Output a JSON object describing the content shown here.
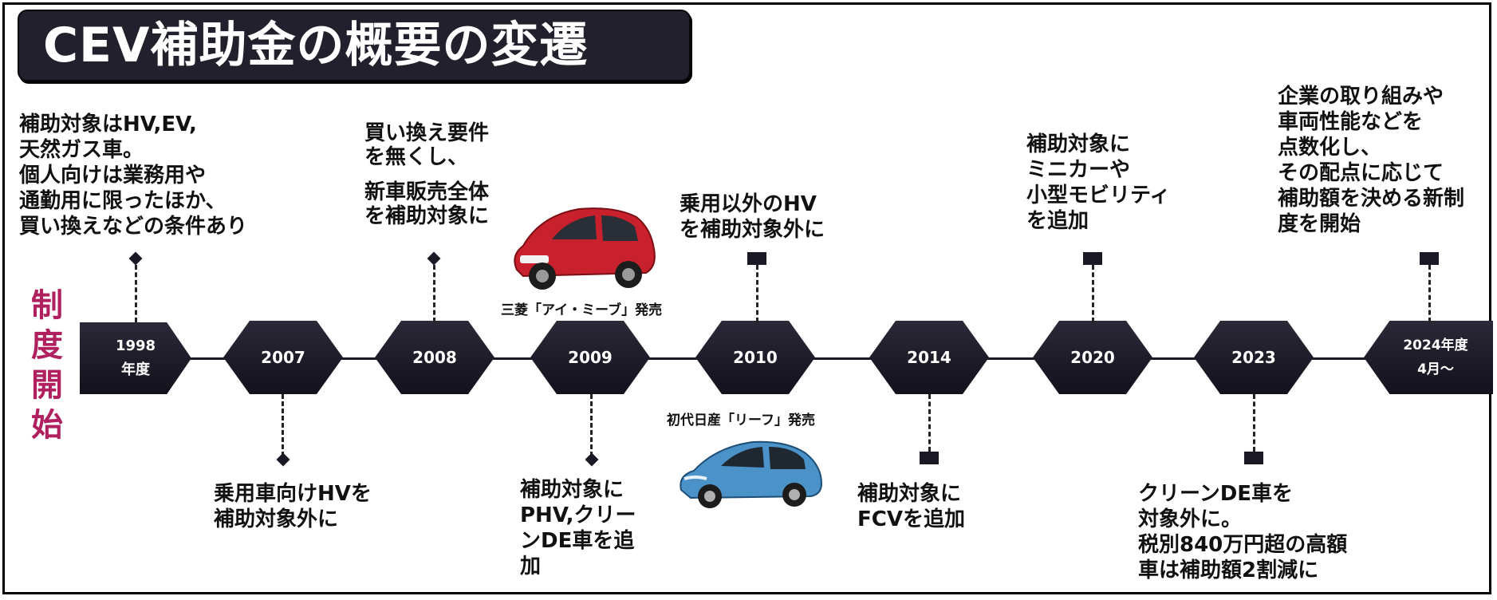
{
  "title": "CEV補助金の概要の変遷",
  "side_label": "制度開始",
  "nodes": [
    {
      "line1": "1998",
      "line2": "年度"
    },
    {
      "line1": "2007"
    },
    {
      "line1": "2008"
    },
    {
      "line1": "2009"
    },
    {
      "line1": "2010"
    },
    {
      "line1": "2014"
    },
    {
      "line1": "2020"
    },
    {
      "line1": "2023"
    },
    {
      "line1": "2024年度",
      "line2": "4月～"
    }
  ],
  "notes": {
    "n1998": [
      "補助対象はHV,EV,",
      "天然ガス車。",
      "個人向けは業務用や",
      "通勤用に限ったほか、",
      "買い換えなどの条件あり"
    ],
    "n2007": [
      "乗用車向けHVを",
      "補助対象外に"
    ],
    "n2008": [
      "買い換え要件",
      "を無くし、",
      "新車販売全体",
      "を補助対象に"
    ],
    "n2009": [
      "補助対象に",
      "PHV,クリー",
      "ンDE車を追",
      "加"
    ],
    "n2010": [
      "乗用以外のHV",
      "を補助対象外に"
    ],
    "n2014": [
      "補助対象に",
      "FCVを追加"
    ],
    "n2020": [
      "補助対象に",
      "ミニカーや",
      "小型モビリティ",
      "を追加"
    ],
    "n2023": [
      "クリーンDE車を",
      "対象外に。",
      "税別840万円超の高額",
      "車は補助額2割減に"
    ],
    "n2024": [
      "企業の取り組みや",
      "車両性能などを",
      "点数化し、",
      "その配点に応じて",
      "補助額を決める新制",
      "度を開始"
    ]
  },
  "captions": {
    "mitsubishi": "三菱「アイ・ミーブ」発売",
    "nissan": "初代日産「リーフ」発売"
  },
  "colors": {
    "title_bg": "#22202c",
    "node_bg": "#1b1826",
    "side_label": "#b0205e",
    "car_red": "#c8202c",
    "car_blue": "#4a92c8"
  }
}
